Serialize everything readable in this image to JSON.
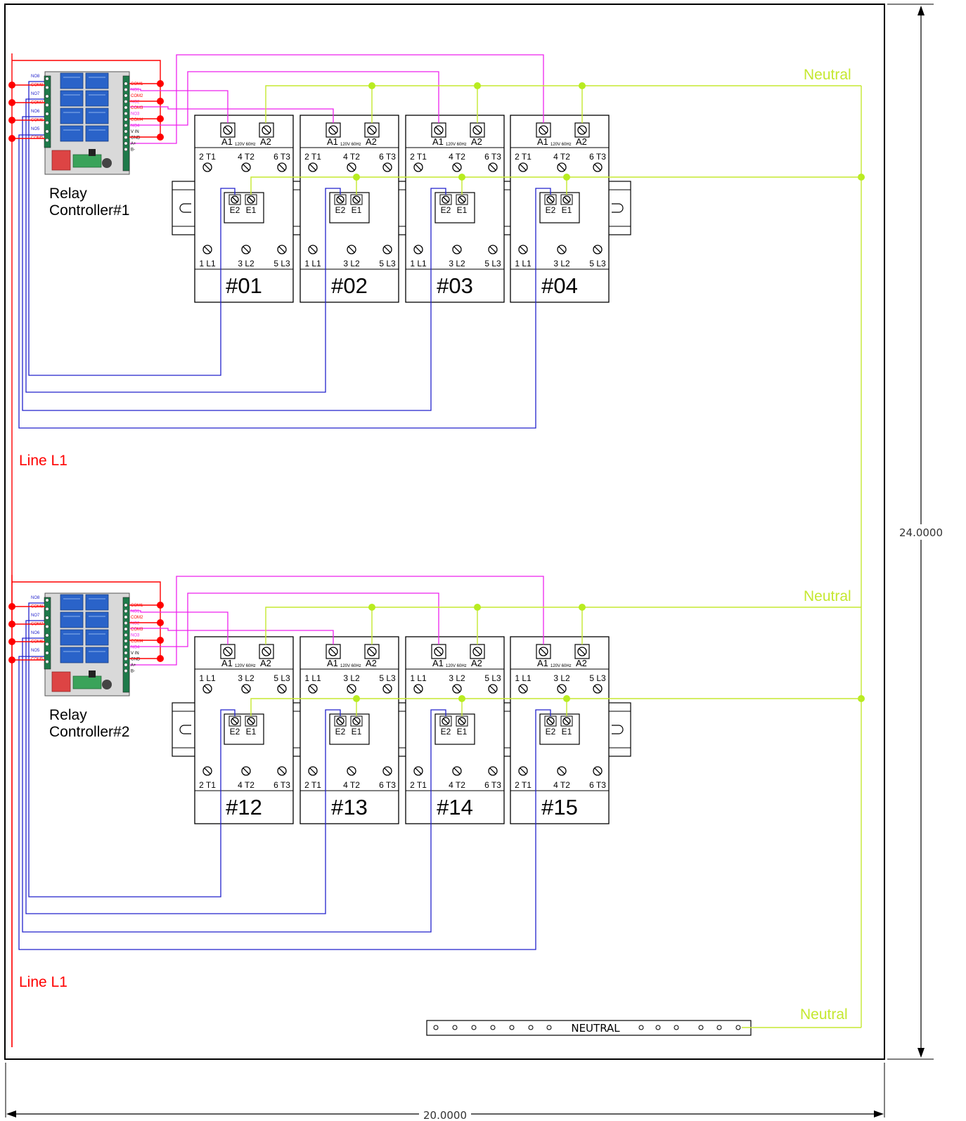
{
  "colors": {
    "frame": "#000000",
    "line": "#ff0000",
    "neutral": "#c5e830",
    "neutral_dot": "#b8ec20",
    "coil": "#ee22ee",
    "control": "#2222cc",
    "relay_board_blue": "#2a63c9",
    "relay_board_green": "#1e7a4a"
  },
  "labels": {
    "neutral": "Neutral",
    "line": "Line L1",
    "neutral_bar": "NEUTRAL",
    "dim_height": "24.0000",
    "dim_width": "20.0000"
  },
  "controllers": [
    {
      "name_line1": "Relay",
      "name_line2": "Controller#1"
    },
    {
      "name_line1": "Relay",
      "name_line2": "Controller#2"
    }
  ],
  "board_pins": {
    "left": [
      "NO8",
      "COM8",
      "NO7",
      "COM7",
      "NO6",
      "COM6",
      "NO5",
      "COM5"
    ],
    "right": [
      "COM1",
      "NO1",
      "COM2",
      "NO2",
      "COM3",
      "NO3",
      "COM4",
      "NO4",
      "V IN",
      "GND",
      "A+",
      "B-"
    ]
  },
  "contactor": {
    "coil_a1": "A1",
    "coil_a2": "A2",
    "rating": "120V 60Hz",
    "aux_e2": "E2",
    "aux_e1": "E1"
  },
  "rows": [
    {
      "top_terms": [
        "2 T1",
        "4 T2",
        "6 T3"
      ],
      "bottom_terms": [
        "1 L1",
        "3 L2",
        "5 L3"
      ],
      "contactors": [
        "#01",
        "#02",
        "#03",
        "#04"
      ]
    },
    {
      "top_terms": [
        "1 L1",
        "3 L2",
        "5 L3"
      ],
      "bottom_terms": [
        "2 T1",
        "4 T2",
        "6 T3"
      ],
      "contactors": [
        "#12",
        "#13",
        "#14",
        "#15"
      ]
    }
  ]
}
